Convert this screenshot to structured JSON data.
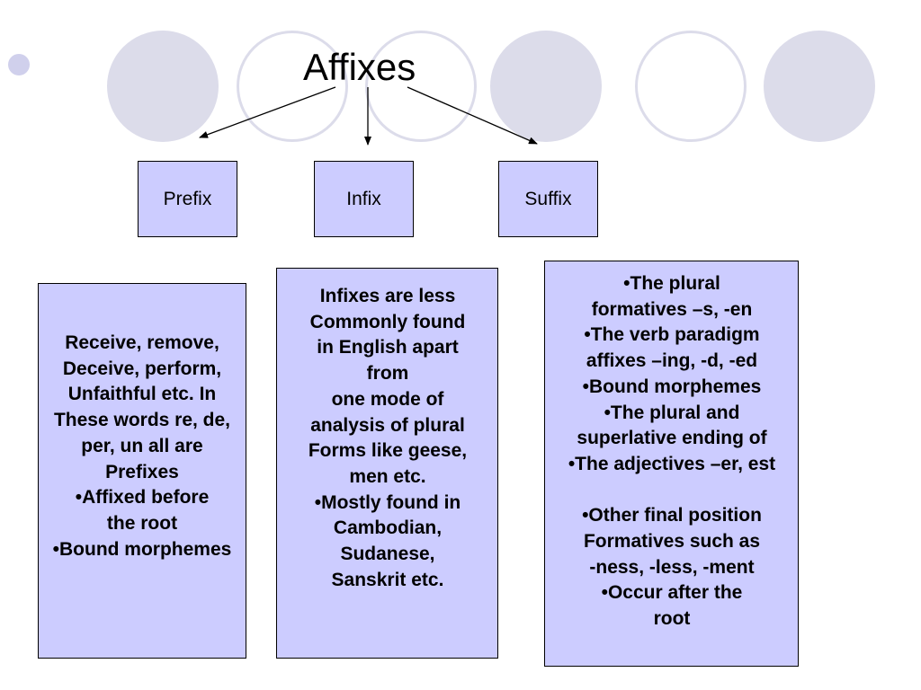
{
  "title": "Affixes",
  "colors": {
    "box_fill": "#ccccff",
    "circle_fill": "#dcdcea",
    "bullet": "#d0d0ec"
  },
  "boxes": [
    {
      "label": "Prefix"
    },
    {
      "label": "Infix"
    },
    {
      "label": "Suffix"
    }
  ],
  "prefix_desc": [
    "Receive, remove,",
    "Deceive, perform,",
    "Unfaithful etc. In",
    "These words re, de,",
    "per, un all are",
    "Prefixes",
    "•Affixed before",
    "the root",
    "•Bound morphemes"
  ],
  "infix_desc": [
    "Infixes are less",
    "Commonly found",
    "in English apart",
    "from",
    "one mode of",
    "analysis of plural",
    "Forms like geese,",
    "men etc.",
    "•Mostly found in",
    "Cambodian,",
    "Sudanese,",
    "Sanskrit etc."
  ],
  "suffix_desc": [
    "•The plural",
    "formatives –s, -en",
    "•The verb paradigm",
    "affixes –ing, -d, -ed",
    "•Bound morphemes",
    "•The plural and",
    "superlative ending of",
    "•The adjectives –er, est",
    "",
    "•Other final position",
    "Formatives such as",
    "-ness, -less, -ment",
    "•Occur after the",
    "root"
  ]
}
